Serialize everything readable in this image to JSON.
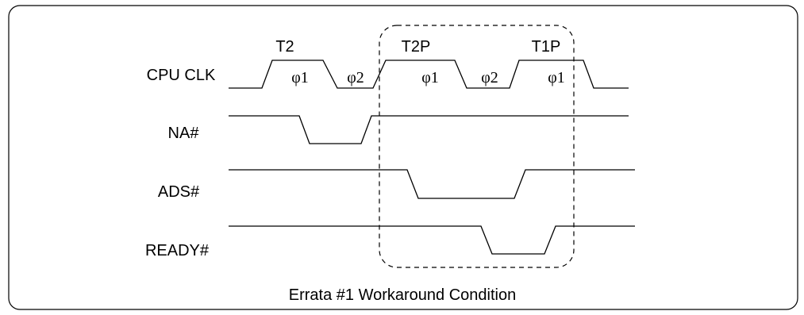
{
  "diagram": {
    "caption": "Errata #1 Workaround Condition",
    "cycles": [
      "T2",
      "T2P",
      "T1P"
    ],
    "phases": [
      "φ1",
      "φ2",
      "φ1",
      "φ2",
      "φ1"
    ],
    "signals": {
      "cpu_clk": "CPU CLK",
      "na": "NA#",
      "ads": "ADS#",
      "ready": "READY#"
    },
    "line_color": "#000000",
    "background": "#ffffff"
  }
}
